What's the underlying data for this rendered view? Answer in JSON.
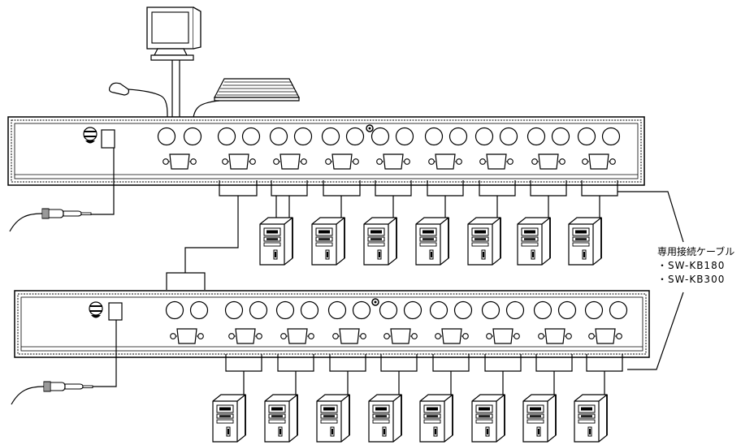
{
  "cable_label": {
    "title": "専用接続ケーブル",
    "models": [
      "・SW-KB180",
      "・SW-KB300"
    ]
  },
  "colors": {
    "line": "#000000",
    "fill": "#ffffff"
  },
  "icons": {
    "monitor": "monitor-icon",
    "keyboard": "keyboard-icon",
    "mouse": "mouse-icon",
    "computer": "tower-pc-icon",
    "power_plug": "power-plug-icon",
    "kvm_switch": "kvm-switch-unit"
  },
  "units": [
    {
      "name": "upper-kvm-switch",
      "pc_count": 7
    },
    {
      "name": "lower-kvm-switch",
      "pc_count": 8
    }
  ]
}
